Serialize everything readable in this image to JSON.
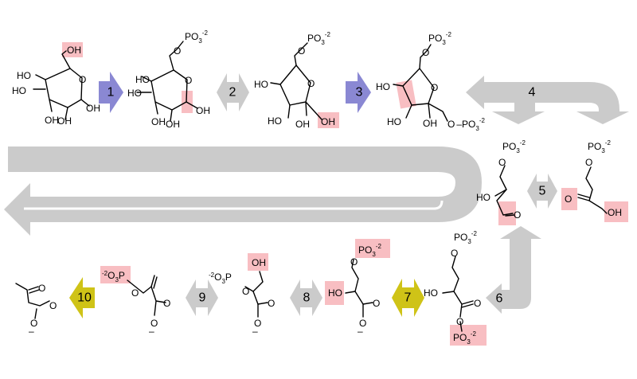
{
  "colors": {
    "arrow_blue": "#8a88d3",
    "arrow_gray": "#cbcbcb",
    "arrow_yellow": "#cfc317",
    "highlight": "#f7b7bb",
    "ink": "#000000"
  },
  "steps": {
    "s1": "1",
    "s2": "2",
    "s3": "3",
    "s4": "4",
    "s5": "5",
    "s6": "6",
    "s7": "7",
    "s8": "8",
    "s9": "9",
    "s10": "10"
  },
  "groups": {
    "oh": "OH",
    "ho": "HO",
    "o": "O",
    "po3": "PO",
    "po3_sub": "3",
    "po3_sup": "-2",
    "o3p_pre": "-2",
    "o3p": "O",
    "o3p_sub": "3",
    "o3p_tail": "P",
    "minus": "–"
  }
}
